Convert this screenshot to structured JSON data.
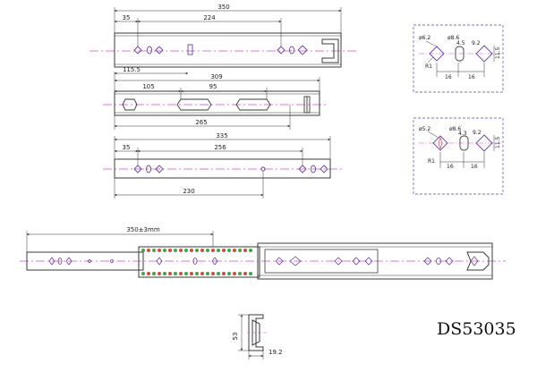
{
  "model_code": "DS53035",
  "colors": {
    "outline": "#3a3a3a",
    "center_line": "#d04ad0",
    "dimension": "#c43a3a",
    "detail_box": "#4a4aa8",
    "holes": "#6a3fa0",
    "balls_green": "#3ca83c",
    "balls_red": "#d14a4a"
  },
  "views": {
    "outer_rail": {
      "overall": "350",
      "offset_left": "35",
      "span": "224",
      "bottom": "115.5"
    },
    "middle_rail": {
      "overall": "309",
      "offset_left": "105",
      "span": "95",
      "bottom": "265"
    },
    "inner_rail": {
      "overall": "335",
      "offset_left": "35",
      "span": "256",
      "bottom": "230"
    },
    "assembly": {
      "length": "350±3mm"
    },
    "cross_section": {
      "height": "53",
      "width": "19.2"
    }
  },
  "details": {
    "top": {
      "diameter_left": "ø6.2",
      "diameter_mid": "ø8.6",
      "slot": "4.5",
      "cross_width": "9.2",
      "cross_height": "11.5",
      "radius": "R1",
      "spacing_left": "16",
      "spacing_right": "16"
    },
    "bottom": {
      "diameter_left": "ø5.2",
      "diameter_mid": "ø8.6",
      "slot": "4.3",
      "cross_width": "9.2",
      "cross_height": "11.5",
      "radius": "R1",
      "spacing_left": "16",
      "spacing_right": "16"
    }
  }
}
